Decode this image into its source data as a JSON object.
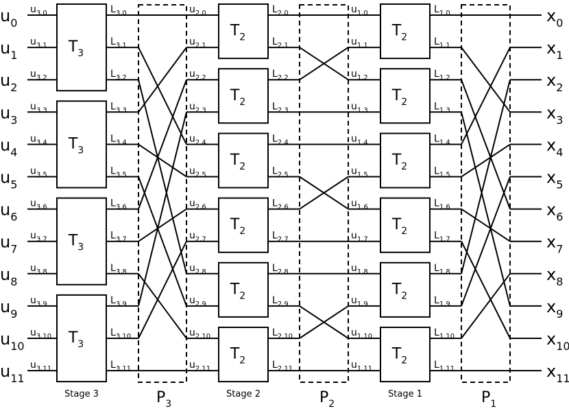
{
  "inputs": {
    "labels": [
      "u",
      "u",
      "u",
      "u",
      "u",
      "u",
      "u",
      "u",
      "u",
      "u",
      "u",
      "u"
    ],
    "subs": [
      "0",
      "1",
      "2",
      "3",
      "4",
      "5",
      "6",
      "7",
      "8",
      "9",
      "10",
      "11"
    ]
  },
  "outputs": {
    "labels": [
      "x",
      "x",
      "x",
      "x",
      "x",
      "x",
      "x",
      "x",
      "x",
      "x",
      "x",
      "x"
    ],
    "subs": [
      "0",
      "1",
      "2",
      "3",
      "4",
      "5",
      "6",
      "7",
      "8",
      "9",
      "10",
      "11"
    ]
  },
  "stages": [
    {
      "name": "Stage 3",
      "block_label": "T",
      "block_sub": "3",
      "block_count": 4,
      "lines_per_block": 3,
      "in_prefix": "u",
      "out_prefix": "L",
      "in_subs": [
        "3,0",
        "3,1",
        "3,2",
        "3,3",
        "3,4",
        "3,5",
        "3,6",
        "3,7",
        "3,8",
        "3,9",
        "3,10",
        "3,11"
      ],
      "out_subs": [
        "3,0",
        "3,1",
        "3,2",
        "3,3",
        "3,4",
        "3,5",
        "3,6",
        "3,7",
        "3,8",
        "3,9",
        "3,10",
        "3,11"
      ]
    },
    {
      "name": "Stage 2",
      "block_label": "T",
      "block_sub": "2",
      "block_count": 6,
      "lines_per_block": 2,
      "in_prefix": "u",
      "out_prefix": "L",
      "in_subs": [
        "2,0",
        "2,1",
        "2,2",
        "2,3",
        "2,4",
        "2,5",
        "2,6",
        "2,7",
        "2,8",
        "2,9",
        "2,10",
        "2,11"
      ],
      "out_subs": [
        "2,0",
        "2,1",
        "2,2",
        "2,3",
        "2,4",
        "2,5",
        "2,6",
        "2,7",
        "2,8",
        "2,9",
        "2,10",
        "2,11"
      ]
    },
    {
      "name": "Stage 1",
      "block_label": "T",
      "block_sub": "2",
      "block_count": 6,
      "lines_per_block": 2,
      "in_prefix": "u",
      "out_prefix": "L",
      "in_subs": [
        "1,0",
        "1,1",
        "1,2",
        "1,3",
        "1,4",
        "1,5",
        "1,6",
        "1,7",
        "1,8",
        "1,9",
        "1,10",
        "1,11"
      ],
      "out_subs": [
        "1,0",
        "1,1",
        "1,2",
        "1,3",
        "1,4",
        "1,5",
        "1,6",
        "1,7",
        "1,8",
        "1,9",
        "1,10",
        "1,11"
      ]
    }
  ],
  "permutations": [
    {
      "label": "P",
      "sub": "3",
      "map": [
        0,
        4,
        8,
        1,
        5,
        9,
        2,
        6,
        10,
        3,
        7,
        11
      ]
    },
    {
      "label": "P",
      "sub": "2",
      "map": [
        0,
        2,
        1,
        3,
        4,
        6,
        5,
        7,
        8,
        10,
        9,
        11
      ]
    },
    {
      "label": "P",
      "sub": "1",
      "map": [
        0,
        3,
        6,
        9,
        1,
        4,
        7,
        10,
        2,
        5,
        8,
        11
      ]
    }
  ]
}
